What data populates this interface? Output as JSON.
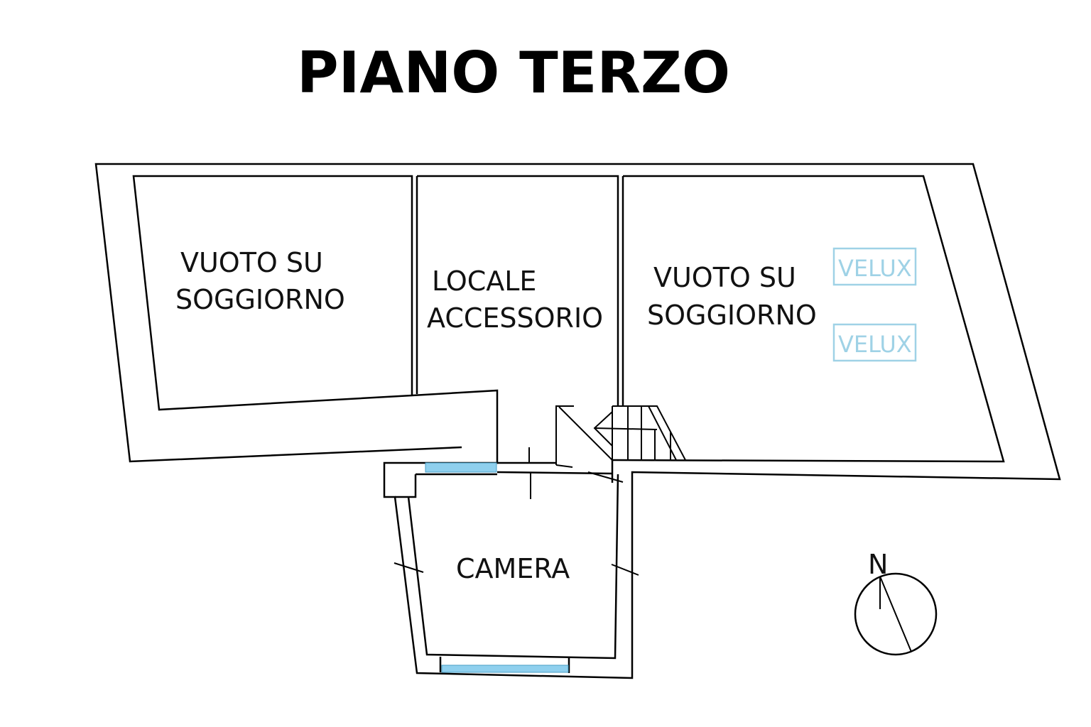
{
  "title": "PIANO TERZO",
  "rooms": {
    "left_void": [
      "VUOTO SU",
      "SOGGIORNO"
    ],
    "accessory": [
      "LOCALE",
      "ACCESSORIO"
    ],
    "right_void": [
      "VUOTO SU",
      "SOGGIORNO"
    ],
    "camera": "CAMERA"
  },
  "velux": [
    "VELUX",
    "VELUX"
  ],
  "compass": {
    "label": "N"
  },
  "colors": {
    "window": "#8fd0ee",
    "velux": "#9fd2e6"
  }
}
